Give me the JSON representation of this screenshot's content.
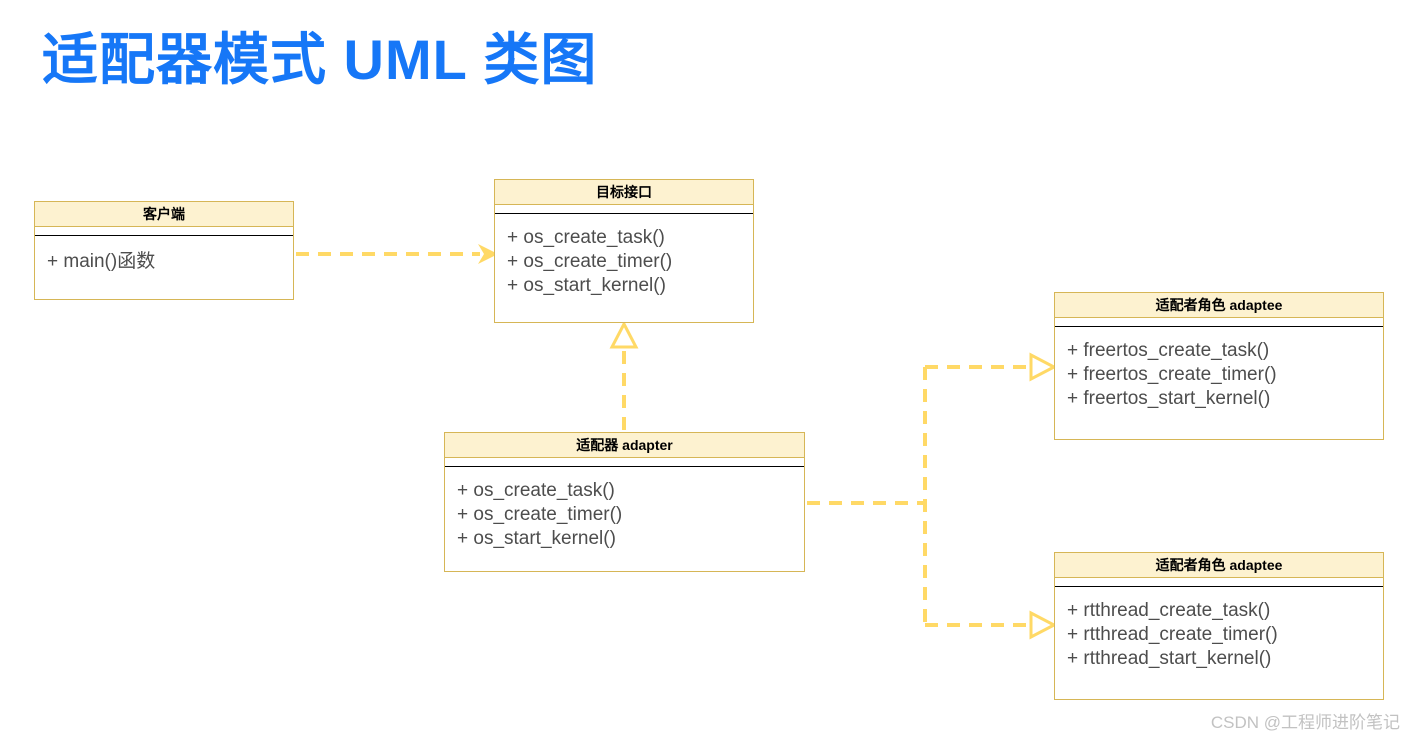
{
  "page": {
    "title": "适配器模式 UML 类图",
    "title_color": "#1677f7",
    "background": "#ffffff",
    "watermark": "CSDN @工程师进阶笔记"
  },
  "theme": {
    "box_border": "#d6b656",
    "box_header_fill": "#fdf2d0",
    "box_body_fill": "#ffffff",
    "separator": "#000000",
    "connector": "#ffd966",
    "method_text": "#4d4d4d",
    "header_text": "#000000"
  },
  "diagram": {
    "type": "uml-class-diagram",
    "classes": [
      {
        "id": "client",
        "name": "客户端",
        "attributes": [],
        "methods": [
          "+ main()函数"
        ]
      },
      {
        "id": "target",
        "name": "目标接口",
        "attributes": [],
        "methods": [
          "+ os_create_task()",
          "+ os_create_timer()",
          "+ os_start_kernel()"
        ]
      },
      {
        "id": "adapter",
        "name": "适配器 adapter",
        "attributes": [],
        "methods": [
          "+ os_create_task()",
          "+ os_create_timer()",
          "+ os_start_kernel()"
        ]
      },
      {
        "id": "adaptee-freertos",
        "name": "适配者角色 adaptee",
        "attributes": [],
        "methods": [
          "+ freertos_create_task()",
          "+ freertos_create_timer()",
          "+ freertos_start_kernel()"
        ]
      },
      {
        "id": "adaptee-rtthread",
        "name": "适配者角色 adaptee",
        "attributes": [],
        "methods": [
          "+ rtthread_create_task()",
          "+ rtthread_create_timer()",
          "+ rtthread_start_kernel()"
        ]
      }
    ],
    "relations": [
      {
        "id": "client-to-target",
        "from": "client",
        "to": "target",
        "style": "dashed",
        "arrow": "filled-open-arrow",
        "kind": "dependency"
      },
      {
        "id": "adapter-to-target",
        "from": "adapter",
        "to": "target",
        "style": "dashed",
        "arrow": "hollow-triangle",
        "kind": "realization"
      },
      {
        "id": "adapter-to-adaptee-freertos",
        "from": "adapter",
        "to": "adaptee-freertos",
        "style": "dashed",
        "arrow": "hollow-triangle",
        "kind": "realization"
      },
      {
        "id": "adapter-to-adaptee-rtthread",
        "from": "adapter",
        "to": "adaptee-rtthread",
        "style": "dashed",
        "arrow": "hollow-triangle",
        "kind": "realization"
      }
    ]
  }
}
